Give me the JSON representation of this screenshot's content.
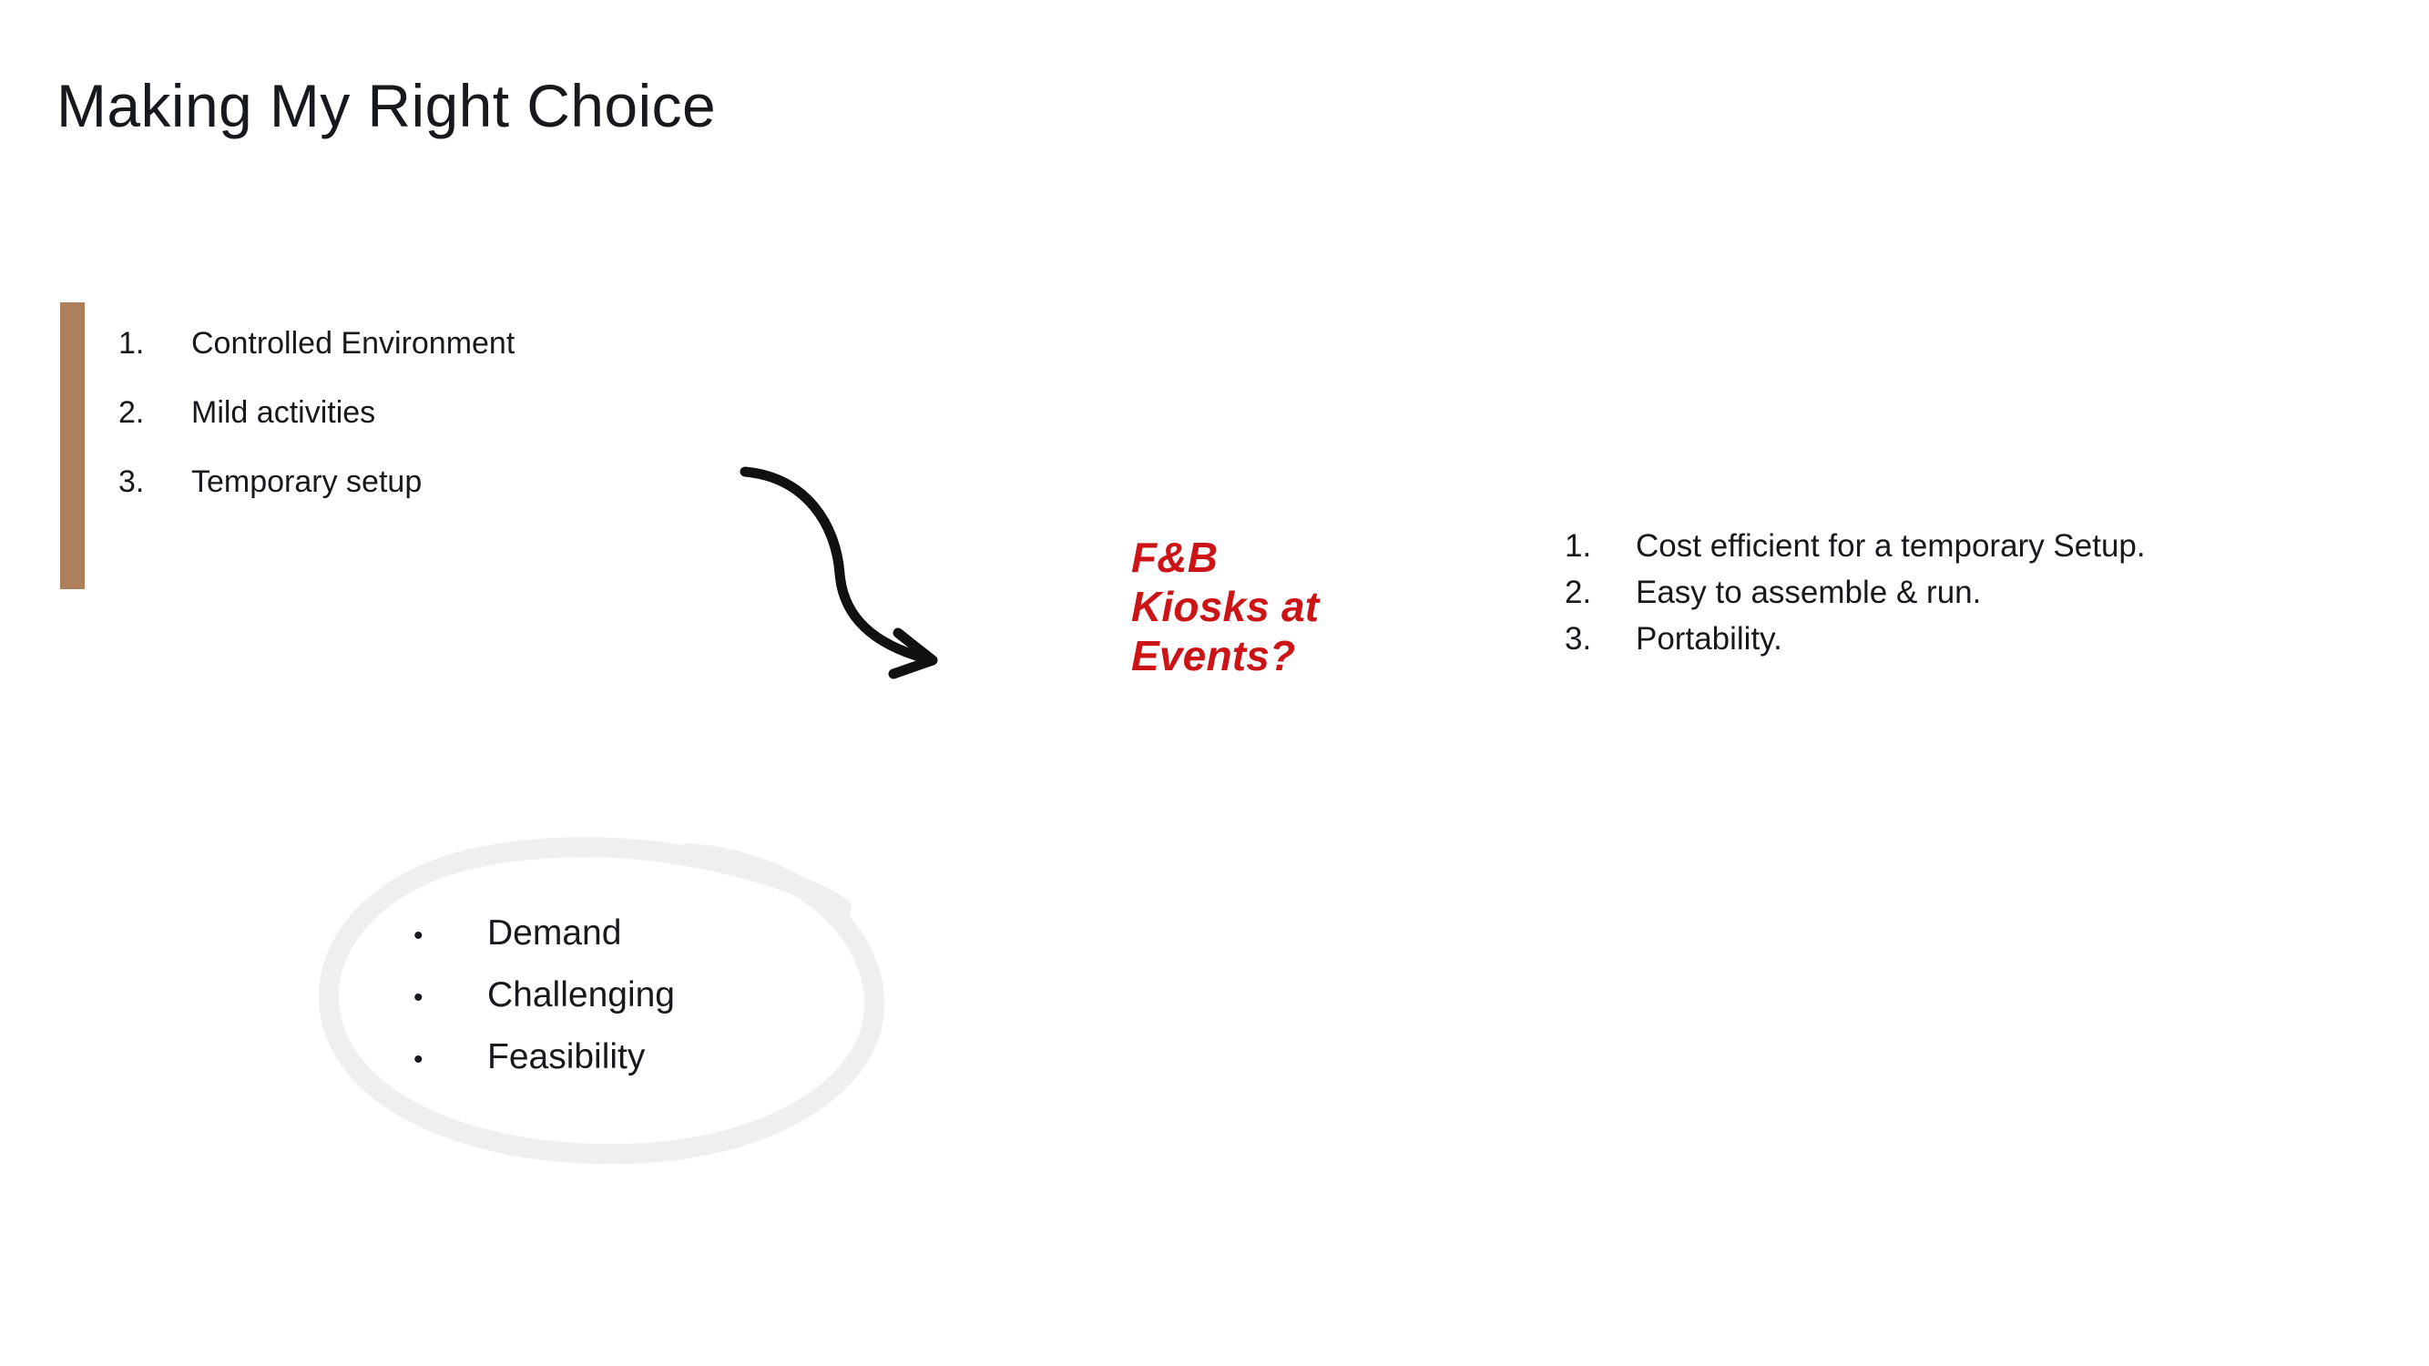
{
  "slide": {
    "title": "Making My Right Choice",
    "background_color": "#ffffff",
    "text_color": "#17191c"
  },
  "accent_bar": {
    "color": "#ae7f5b"
  },
  "left_list": {
    "name": "constraints-list",
    "items": [
      {
        "number": "1.",
        "text": "Controlled Environment"
      },
      {
        "number": "2.",
        "text": "Mild activities"
      },
      {
        "number": "3.",
        "text": "Temporary setup"
      }
    ]
  },
  "arrow": {
    "name": "curved-arrow",
    "color": "#111111",
    "direction": "right-down"
  },
  "red_headline": {
    "color": "#cc1417",
    "lines": [
      "F&B",
      "Kiosks at",
      "Events?"
    ]
  },
  "right_list": {
    "name": "benefits-list",
    "items": [
      {
        "number": "1.",
        "text": "Cost efficient for a temporary Setup."
      },
      {
        "number": "2.",
        "text": "Easy to assemble & run."
      },
      {
        "number": "3.",
        "text": "Portability."
      }
    ]
  },
  "circled_group": {
    "name": "criteria-group",
    "circle_color": "#efefef",
    "bullet_glyph": "•",
    "items": [
      {
        "bullet": "•",
        "text": "Demand"
      },
      {
        "bullet": "•",
        "text": "Challenging"
      },
      {
        "bullet": "•",
        "text": "Feasibility"
      }
    ]
  }
}
